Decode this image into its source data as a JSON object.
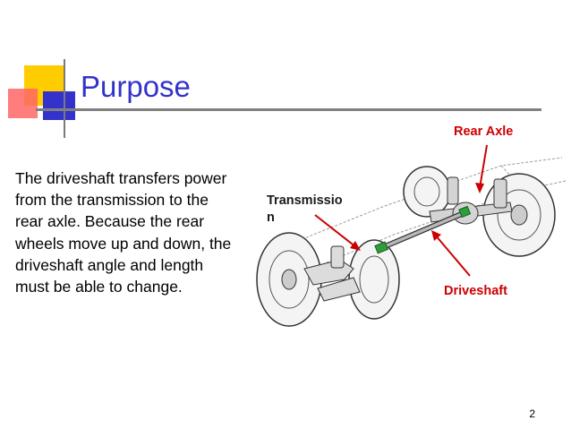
{
  "slide": {
    "title": "Purpose",
    "body": "The driveshaft transfers power from the transmission to the rear axle. Because the rear wheels move up and down, the driveshaft angle and length must be able to change.",
    "page_number": "2"
  },
  "diagram": {
    "labels": {
      "rear_axle": "Rear Axle",
      "transmission_line1": "Transmissio",
      "transmission_line2": "n",
      "driveshaft": "Driveshaft"
    }
  },
  "colors": {
    "title": "#3333cc",
    "arrow": "#cc0000",
    "deco_yellow": "#ffcc00",
    "deco_blue": "#3333cc",
    "deco_red": "#ff3333"
  }
}
